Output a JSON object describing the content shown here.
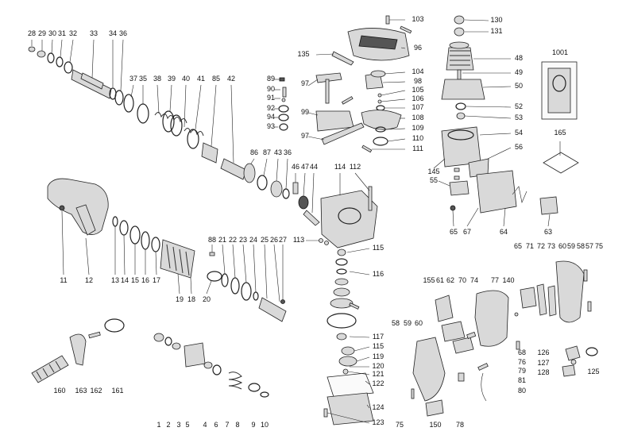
{
  "diagram": {
    "labels": [
      "28",
      "29",
      "30",
      "31",
      "32",
      "33",
      "34",
      "36",
      "37",
      "35",
      "38",
      "39",
      "40",
      "41",
      "85",
      "42",
      "86",
      "87",
      "43",
      "36",
      "46",
      "47",
      "44",
      "114",
      "112",
      "89",
      "90",
      "91",
      "92",
      "94",
      "93",
      "97",
      "99",
      "97",
      "135",
      "103",
      "96",
      "104",
      "98",
      "105",
      "106",
      "107",
      "108",
      "109",
      "110",
      "111",
      "130",
      "131",
      "48",
      "49",
      "50",
      "52",
      "53",
      "54",
      "56",
      "145",
      "55",
      "65",
      "67",
      "64",
      "1001",
      "165",
      "63",
      "11",
      "12",
      "13",
      "14",
      "15",
      "16",
      "17",
      "19",
      "18",
      "20",
      "88",
      "21",
      "22",
      "23",
      "24",
      "25",
      "26",
      "27",
      "113",
      "115",
      "116",
      "117",
      "115",
      "119",
      "120",
      "121",
      "122",
      "124",
      "123",
      "155",
      "61",
      "62",
      "70",
      "74",
      "77",
      "140",
      "65",
      "71",
      "72",
      "73",
      "60",
      "59",
      "58",
      "57",
      "75",
      "58",
      "59",
      "60",
      "68",
      "76",
      "79",
      "81",
      "80",
      "126",
      "127",
      "128",
      "125",
      "160",
      "163",
      "162",
      "161",
      "1",
      "2",
      "3",
      "5",
      "4",
      "6",
      "7",
      "8",
      "9",
      "10",
      "75",
      "150",
      "78"
    ]
  }
}
